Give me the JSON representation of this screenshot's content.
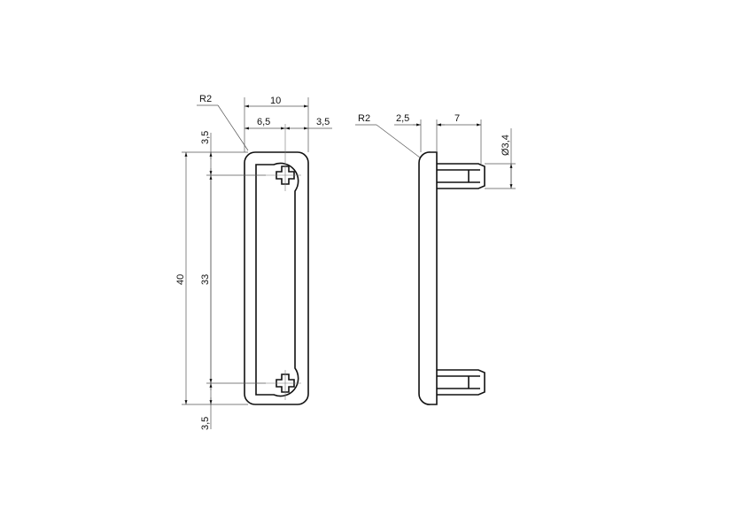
{
  "drawing": {
    "type": "technical-drawing",
    "views": [
      {
        "name": "front-view",
        "dimensions": {
          "radius": "R2",
          "width_total": "10",
          "hole_offset": "6,5",
          "hole_edge": "3,5",
          "top_offset": "3,5",
          "bottom_offset": "3,5",
          "height_total": "40",
          "hole_spacing": "33"
        }
      },
      {
        "name": "side-view",
        "dimensions": {
          "radius": "R2",
          "plate_thickness": "2,5",
          "peg_length": "7",
          "peg_diameter": "Ø3,4"
        }
      }
    ]
  }
}
